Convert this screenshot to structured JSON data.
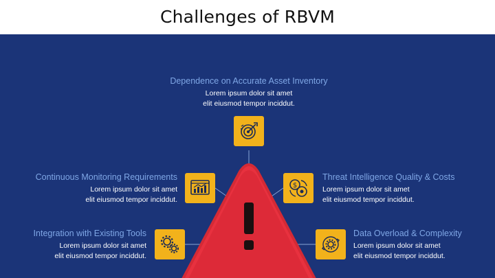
{
  "slide": {
    "title": "Challenges of RBVM"
  },
  "items": [
    {
      "title": "Dependence on Accurate Asset Inventory",
      "line1": "Lorem ipsum dolor sit amet",
      "line2": "elit eiusmod tempor inciddut.",
      "icon": "target-icon"
    },
    {
      "title": "Continuous Monitoring Requirements",
      "line1": "Lorem ipsum dolor sit amet",
      "line2": "elit eiusmod tempor inciddut.",
      "icon": "chart-monitor-icon"
    },
    {
      "title": "Threat Intelligence Quality & Costs",
      "line1": "Lorem ipsum dolor sit amet",
      "line2": "elit eiusmod tempor inciddut.",
      "icon": "money-cycle-icon"
    },
    {
      "title": "Integration with Existing Tools",
      "line1": "Lorem ipsum dolor sit amet",
      "line2": "elit eiusmod tempor inciddut.",
      "icon": "gears-icon"
    },
    {
      "title": "Data Overload & Complexity",
      "line1": "Lorem ipsum dolor sit amet",
      "line2": "elit eiusmod tempor inciddut.",
      "icon": "gear-cycle-icon"
    }
  ],
  "colors": {
    "background": "#1b3478",
    "accent": "#f2b21b",
    "warning": "#d42a35",
    "title_text": "#7fa7e6"
  }
}
